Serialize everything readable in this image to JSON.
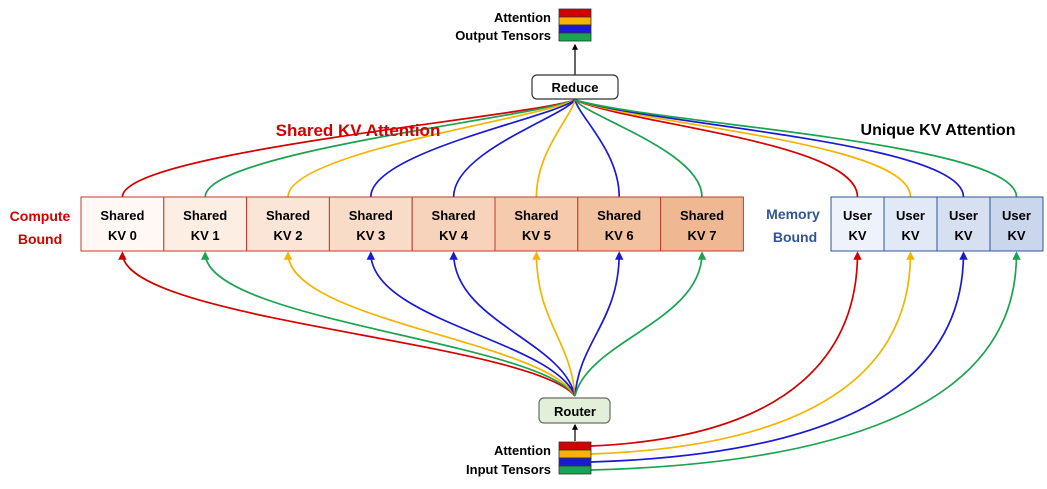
{
  "colors": {
    "red": "#d40000",
    "orange": "#f4b400",
    "blue": "#1a1ad6",
    "green": "#1aa350",
    "shared_border": "#c0392b",
    "user_border": "#2f5597",
    "user_title": "#2f5597",
    "router_fill": "#e2efd9",
    "router_border": "#6b6b6b"
  },
  "output": {
    "line1": "Attention",
    "line2": "Output Tensors"
  },
  "input": {
    "line1": "Attention",
    "line2": "Input Tensors"
  },
  "reduce_label": "Reduce",
  "router_label": "Router",
  "shared_title": "Shared KV Attention",
  "unique_title": "Unique KV Attention",
  "compute_bound": {
    "line1": "Compute",
    "line2": "Bound"
  },
  "memory_bound": {
    "line1": "Memory",
    "line2": "Bound"
  },
  "shared_kv": [
    {
      "line1": "Shared",
      "line2": "KV 0",
      "fill": "#fff8f4"
    },
    {
      "line1": "Shared",
      "line2": "KV 1",
      "fill": "#fdeee4"
    },
    {
      "line1": "Shared",
      "line2": "KV 2",
      "fill": "#fbe5d6"
    },
    {
      "line1": "Shared",
      "line2": "KV 3",
      "fill": "#f9dcc8"
    },
    {
      "line1": "Shared",
      "line2": "KV 4",
      "fill": "#f7d3bb"
    },
    {
      "line1": "Shared",
      "line2": "KV 5",
      "fill": "#f5caad"
    },
    {
      "line1": "Shared",
      "line2": "KV 6",
      "fill": "#f2c19f"
    },
    {
      "line1": "Shared",
      "line2": "KV 7",
      "fill": "#f0b892"
    }
  ],
  "user_kv": [
    {
      "line1": "User",
      "line2": "KV",
      "fill": "#eef2fa",
      "color": "red"
    },
    {
      "line1": "User",
      "line2": "KV",
      "fill": "#e2e9f6",
      "color": "orange"
    },
    {
      "line1": "User",
      "line2": "KV",
      "fill": "#d6e0f1",
      "color": "blue"
    },
    {
      "line1": "User",
      "line2": "KV",
      "fill": "#c9d6ec",
      "color": "green"
    }
  ],
  "routing": {
    "shared_top_colors": [
      "red",
      "green",
      "orange",
      "blue",
      "blue",
      "orange",
      "blue",
      "green"
    ],
    "shared_bottom_colors": [
      "red",
      "green",
      "orange",
      "blue",
      "blue",
      "orange",
      "blue",
      "green"
    ]
  }
}
